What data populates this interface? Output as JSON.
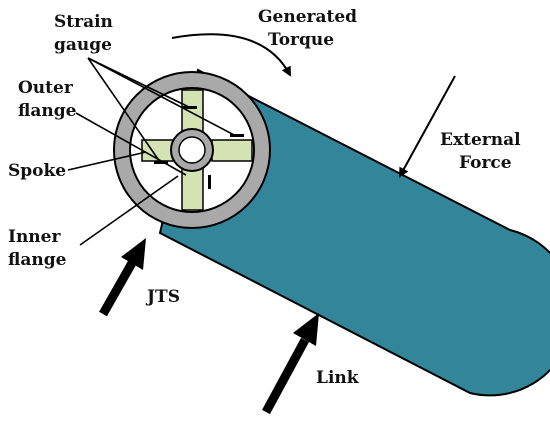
{
  "labels": {
    "strain_gauge": [
      "Strain",
      "gauge"
    ],
    "outer_flange": [
      "Outer",
      "flange"
    ],
    "spoke": "Spoke",
    "inner_flange": [
      "Inner",
      "flange"
    ],
    "generated_torque": [
      "Generated",
      "Torque"
    ],
    "external_force": [
      "External",
      "Force"
    ],
    "jts": "JTS",
    "link": "Link"
  },
  "colors": {
    "link_body": "#33869a",
    "flange": "#a9a9a9",
    "spoke": "#d5e2b4",
    "outline": "#000000"
  }
}
